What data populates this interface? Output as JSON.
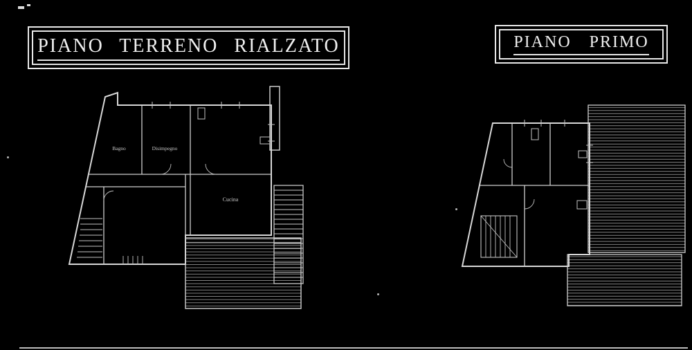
{
  "colors": {
    "background": "#000000",
    "ink": "#e8e8e8",
    "line": "#d6d6d6",
    "hatch": "#9f9f9f"
  },
  "plans": {
    "left": {
      "title": "PIANO TERRENO RIALZATO",
      "room_labels": {
        "bagno": "Bagno",
        "disimpegno": "Disimpegno",
        "cucina": "Cucina"
      }
    },
    "right": {
      "title": "PIANO PRIMO"
    }
  }
}
